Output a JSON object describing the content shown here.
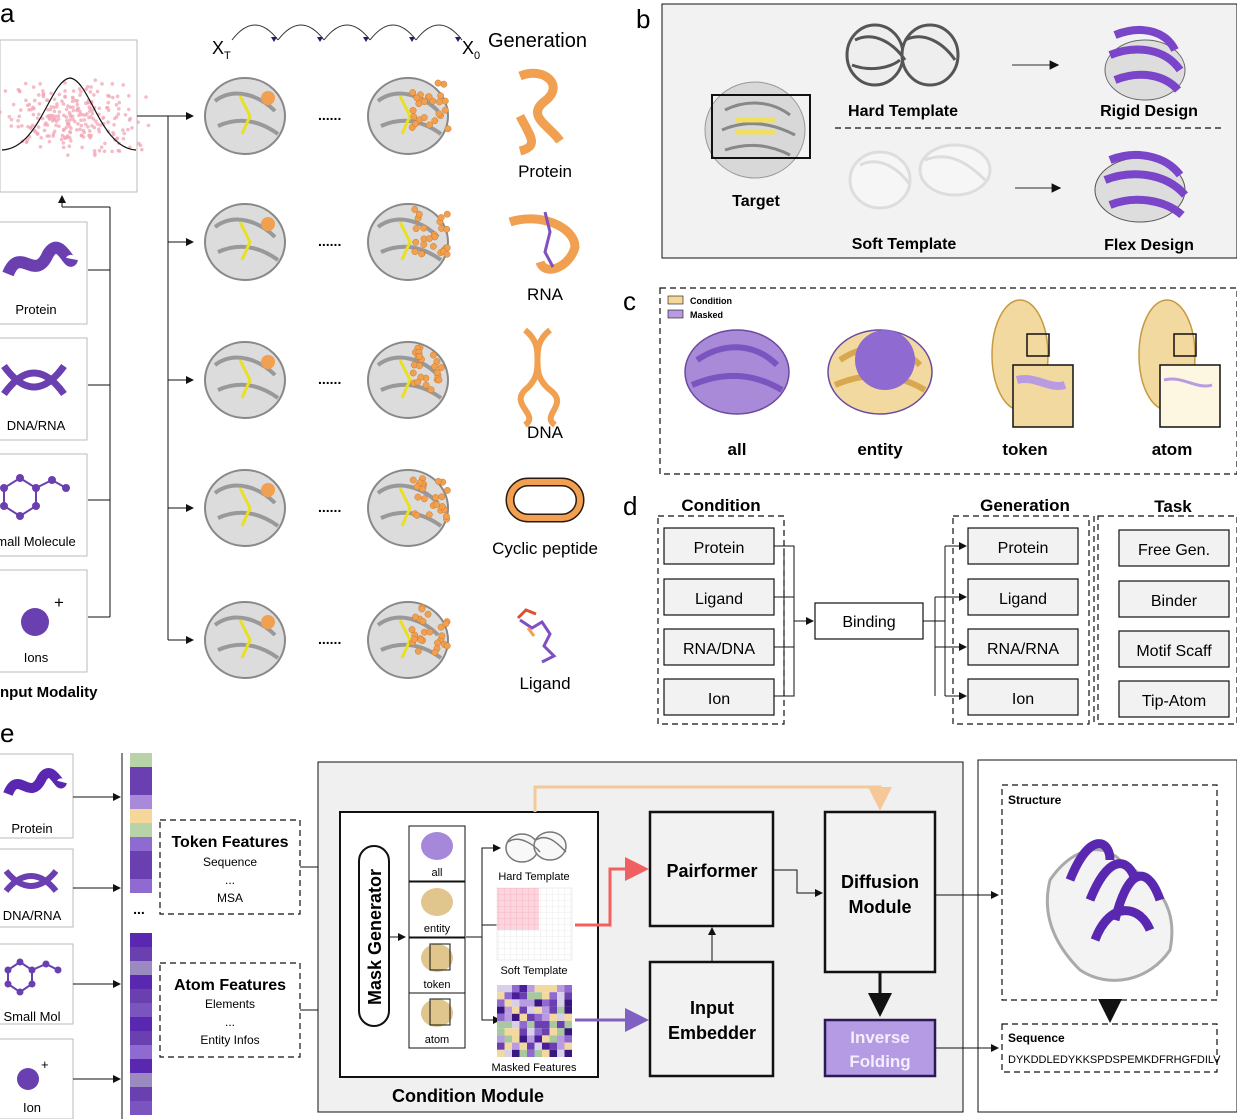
{
  "panel_a": {
    "letter": "a",
    "xt": "X",
    "xt_sub": "T",
    "x0": "X",
    "x0_sub": "0",
    "generation": "Generation",
    "dots": "......",
    "outputs": [
      "Protein",
      "RNA",
      "DNA",
      "Cyclic peptide",
      "Ligand"
    ],
    "inputs": [
      "Protein",
      "DNA/RNA",
      "mall Molecule",
      "Ions"
    ],
    "input_modality": "nput Modality",
    "ion_plus": "+"
  },
  "panel_b": {
    "letter": "b",
    "target": "Target",
    "hard_template": "Hard Template",
    "soft_template": "Soft Template",
    "rigid_design": "Rigid Design",
    "flex_design": "Flex Design"
  },
  "panel_c": {
    "letter": "c",
    "legend_condition": "Condition",
    "legend_masked": "Masked",
    "labels": [
      "all",
      "entity",
      "token",
      "atom"
    ]
  },
  "panel_d": {
    "letter": "d",
    "condition_title": "Condition",
    "conditions": [
      "Protein",
      "Ligand",
      "RNA/DNA",
      "Ion"
    ],
    "binding": "Binding",
    "generation_title": "Generation",
    "generations": [
      "Protein",
      "Ligand",
      "RNA/RNA",
      "Ion"
    ],
    "task_title": "Task",
    "tasks": [
      "Free Gen.",
      "Binder",
      "Motif Scaff",
      "Tip-Atom"
    ]
  },
  "panel_e": {
    "letter": "e",
    "inputs": [
      "Protein",
      "DNA/RNA",
      "Small Mol",
      "Ion"
    ],
    "ellipsis": "...",
    "token_features_title": "Token Features",
    "token_features": [
      "Sequence",
      "...",
      "MSA"
    ],
    "atom_features_title": "Atom Features",
    "atom_features": [
      "Elements",
      "...",
      "Entity Infos"
    ],
    "mask_generator": "Mask Generator",
    "mask_options": [
      "all",
      "entity",
      "token",
      "atom"
    ],
    "hard_template": "Hard Template",
    "soft_template": "Soft Template",
    "masked_features": "Masked Features",
    "pairformer": "Pairformer",
    "input_embedder_1": "Input",
    "input_embedder_2": "Embedder",
    "diffusion_1": "Diffusion",
    "diffusion_2": "Module",
    "inverse_1": "Inverse",
    "inverse_2": "Folding",
    "condition_module": "Condition Module",
    "structure": "Structure",
    "sequence_title": "Sequence",
    "sequence": "DYKDDLEDYKKSPDSPEMKDFRHGFDILV"
  },
  "colors": {
    "purple": "#6a3fb0",
    "light_purple": "#a88ad8",
    "orange": "#f0a050",
    "yellow": "#e8e020",
    "grey": "#c8c8c8",
    "pink": "#f0a0b0",
    "cond_yellow": "#f5d79a",
    "mask_purple": "#b89be0"
  }
}
